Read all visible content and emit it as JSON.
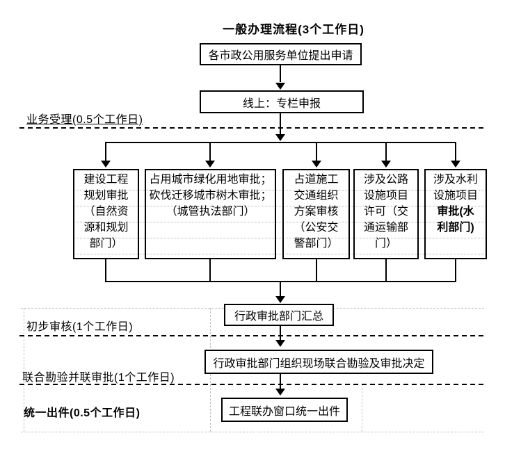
{
  "title": "一般办理流程(3个工作日)",
  "nodes": {
    "apply": {
      "text": "各市政公用服务单位提出申请"
    },
    "online": {
      "text": "线上：专栏申报"
    },
    "dept_planning": {
      "lines": [
        "建设工程",
        "规划审批",
        "（自然资",
        "源和规划",
        "部门）"
      ]
    },
    "dept_green": {
      "lines": [
        "占用城市绿化用地审批；",
        "砍伐迁移城市树木审批；",
        "（城管执法部门）"
      ]
    },
    "dept_traffic": {
      "lines": [
        "占道施工",
        "交通组织",
        "方案审核",
        "（公安交",
        "警部门）"
      ]
    },
    "dept_highway": {
      "lines": [
        "涉及公路",
        "设施项目",
        "许可（交",
        "通运输部",
        "门）"
      ]
    },
    "dept_water": {
      "lines_normal": [
        "涉及水利",
        "设施项目"
      ],
      "lines_bold": [
        "审批(水",
        "利部门)"
      ]
    },
    "summary": {
      "text": "行政审批部门汇总"
    },
    "joint": {
      "text": "行政审批部门组织现场联合勘验及审批决定"
    },
    "output": {
      "text": "工程联办窗口统一出件"
    }
  },
  "stages": {
    "acceptance": "业务受理(0.5个工作日)",
    "preliminary_review": "初步审核(1个工作日)",
    "joint_inspection": "联合勘验并联审批(1个工作日)",
    "unified_output": "统一出件(0.5个工作日)"
  },
  "colors": {
    "line": "#000000",
    "background": "#ffffff",
    "faint_grid": "#c2c2c2"
  }
}
